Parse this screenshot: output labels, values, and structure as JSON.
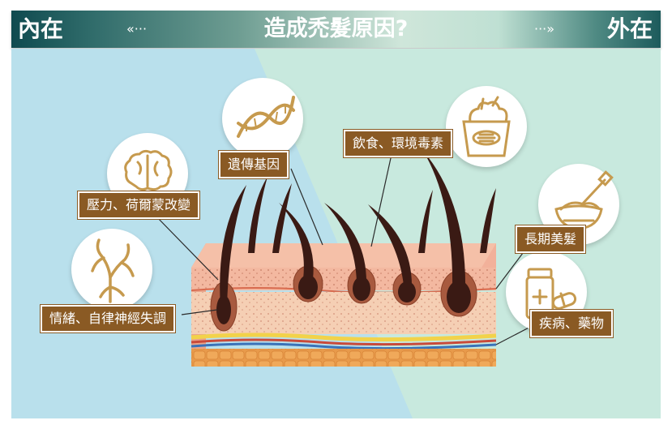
{
  "header": {
    "left_label": "內在",
    "right_label": "外在",
    "title": "造成禿髮原因?",
    "arrow_left": "«···",
    "arrow_right": "···»"
  },
  "causes": {
    "stress": "壓力、荷爾蒙改變",
    "genetics": "遺傳基因",
    "nerves": "情緒、自律神經失調",
    "diet": "飲食、環境毒素",
    "styling": "長期美髮",
    "disease": "疾病、藥物"
  },
  "colors": {
    "inner_bg": "#b9e0ec",
    "outer_bg": "#c8e9de",
    "label_bg": "#8a5a24",
    "icon_gold": "#c69a4e",
    "hair": "#3a1a14"
  },
  "icons": {
    "stress": "brain-icon",
    "genetics": "dna-icon",
    "nerves": "nerve-icon",
    "diet": "fried-chicken-bucket-icon",
    "styling": "hair-dye-bowl-icon",
    "disease": "medicine-bottle-icon"
  }
}
